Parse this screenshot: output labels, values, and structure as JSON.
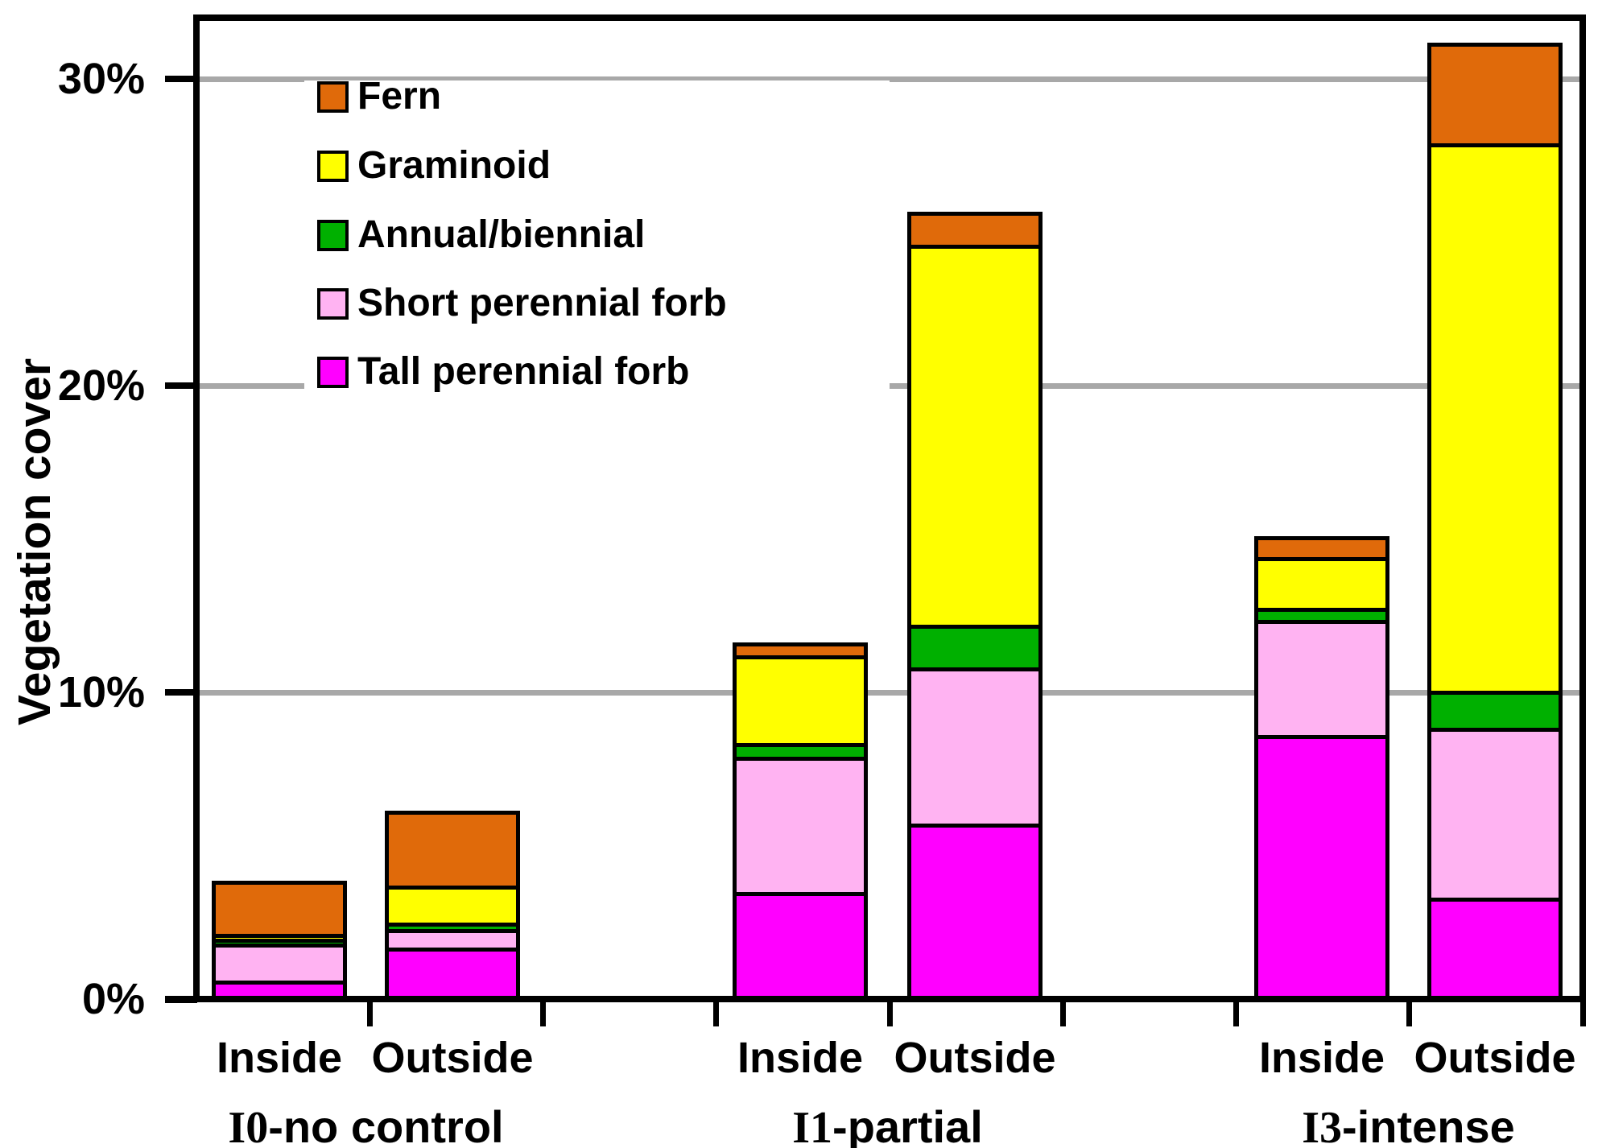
{
  "chart_data": {
    "type": "bar",
    "stacked": true,
    "title": "",
    "ylabel": "Vegetation cover",
    "xlabel": "",
    "ylim": [
      0,
      32
    ],
    "y_tick_labels": [
      "0%",
      "10%",
      "20%",
      "30%"
    ],
    "y_tick_values": [
      0,
      10,
      20,
      30
    ],
    "gridlines": [
      10,
      20,
      30
    ],
    "grid_color": "#a8a8a8",
    "legend_position": "top-left-inside",
    "groups": [
      {
        "prefix": "I0",
        "suffix": "-no control"
      },
      {
        "prefix": "I1",
        "suffix": "-partial"
      },
      {
        "prefix": "I3",
        "suffix": "-intense"
      }
    ],
    "categories": [
      "Inside",
      "Outside",
      "Inside",
      "Outside",
      "Inside",
      "Outside"
    ],
    "series": [
      {
        "name": "Tall perennial forb",
        "color": "#ff00ff",
        "values": [
          0.6,
          1.7,
          3.5,
          5.7,
          8.6,
          3.3
        ]
      },
      {
        "name": "Short perennial forb",
        "color": "#ffb3f2",
        "values": [
          1.2,
          0.6,
          4.4,
          5.1,
          3.75,
          5.55
        ]
      },
      {
        "name": "Annual/biennial",
        "color": "#00b000",
        "values": [
          0.16,
          0.2,
          0.45,
          1.4,
          0.4,
          1.2
        ]
      },
      {
        "name": "Graminoid",
        "color": "#ffff00",
        "values": [
          0.16,
          1.2,
          2.85,
          12.4,
          1.65,
          17.85
        ]
      },
      {
        "name": "Fern",
        "color": "#e06a0a",
        "values": [
          1.6,
          2.3,
          0.3,
          0.95,
          0.55,
          3.15
        ]
      }
    ],
    "totals": [
      3.72,
      6.0,
      11.5,
      25.55,
      14.95,
      31.05
    ],
    "legend_order_top_to_bottom": [
      "Fern",
      "Graminoid",
      "Annual/biennial",
      "Short perennial forb",
      "Tall perennial forb"
    ]
  }
}
